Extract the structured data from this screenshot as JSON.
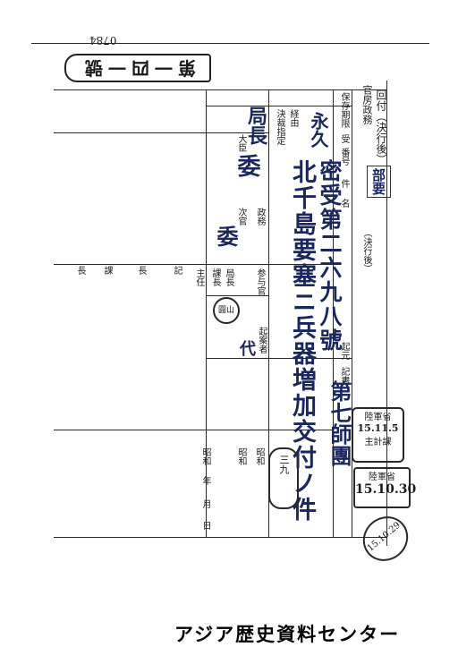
{
  "doc": {
    "ref_no": "0784",
    "book_no": "第一四一號",
    "right_header": {
      "col1": "官房政務",
      "col2": "回付（決行後）",
      "col3": "（決行後）",
      "seal": "部要"
    },
    "table_headers": {
      "storage": "保存期限",
      "receipt": "受",
      "number": "番号",
      "case": "件",
      "name": "名",
      "route": "経由",
      "dept": "局長",
      "decision": "決裁指定",
      "minister": "大臣",
      "vice": "次官",
      "affairs": "政務",
      "officer": "次官",
      "council": "参与官",
      "bureau": "局長",
      "section": "課長",
      "drafter": "起案者",
      "origin": "起元",
      "cc": "記書"
    },
    "handwritten": {
      "storage": "永久",
      "receipt_no": "密受第二六九八號",
      "case_name": "北千島要塞ニ兵器増加交付ノ件",
      "origin": "第七師團",
      "minister_mark": "委",
      "vice_mark": "委",
      "bureau_mark": "局長",
      "staff_1": "代"
    },
    "stamps": {
      "army_1": "陸軍省",
      "army_1_date": "15.11.5",
      "army_1_label": "主計課",
      "army_2": "陸軍省",
      "army_2_date": "15.10.30",
      "army_3_date": "15.10.29",
      "seal_1": "圓山",
      "seal_2": "三九"
    },
    "left_labels": {
      "a": "長",
      "b": "課",
      "c": "長",
      "d": "記",
      "e": "主任",
      "era_1": "昭和",
      "era_2": "昭和",
      "era_3": "昭和",
      "year": "年",
      "month": "月",
      "day": "日"
    }
  },
  "footer": {
    "text": "アジア歴史資料センター"
  }
}
